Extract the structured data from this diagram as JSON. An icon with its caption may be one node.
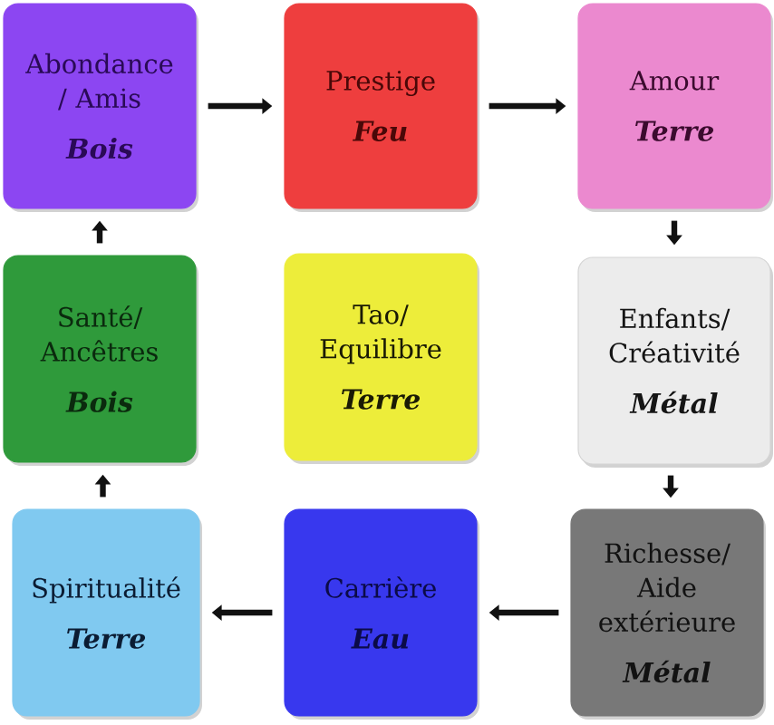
{
  "diagram": {
    "nodes": [
      {
        "text": [
          "Abondance / Amis",
          "Bois"
        ]
      },
      {
        "text": [
          "Prestige",
          "Feu"
        ]
      },
      {
        "text": [
          "Amour",
          "Terre"
        ]
      },
      {
        "text": [
          "Santé/ Ancêtres",
          "Bois"
        ]
      },
      {
        "text": [
          "Tao/ Equilibre",
          "Terre"
        ]
      },
      {
        "text": [
          "Enfants/ Créativité",
          "Métal"
        ]
      },
      {
        "text": [
          "Spiritualité",
          "Terre"
        ]
      },
      {
        "text": [
          "Carrière",
          "Eau"
        ]
      },
      {
        "text": [
          "Richesse/ Aide extérieure",
          "Métal"
        ]
      }
    ],
    "edges": [
      {
        "from": 0,
        "to": 1,
        "arrow": "to"
      },
      {
        "from": 1,
        "to": 2,
        "arrow": "to"
      },
      {
        "from": 2,
        "to": 5,
        "arrow": "to"
      },
      {
        "from": 5,
        "to": 8,
        "arrow": "to"
      },
      {
        "from": 8,
        "to": 7,
        "arrow": "to"
      },
      {
        "from": 7,
        "to": 6,
        "arrow": "to"
      },
      {
        "from": 6,
        "to": 3,
        "arrow": "to"
      },
      {
        "from": 3,
        "to": 0,
        "arrow": "to"
      }
    ]
  }
}
